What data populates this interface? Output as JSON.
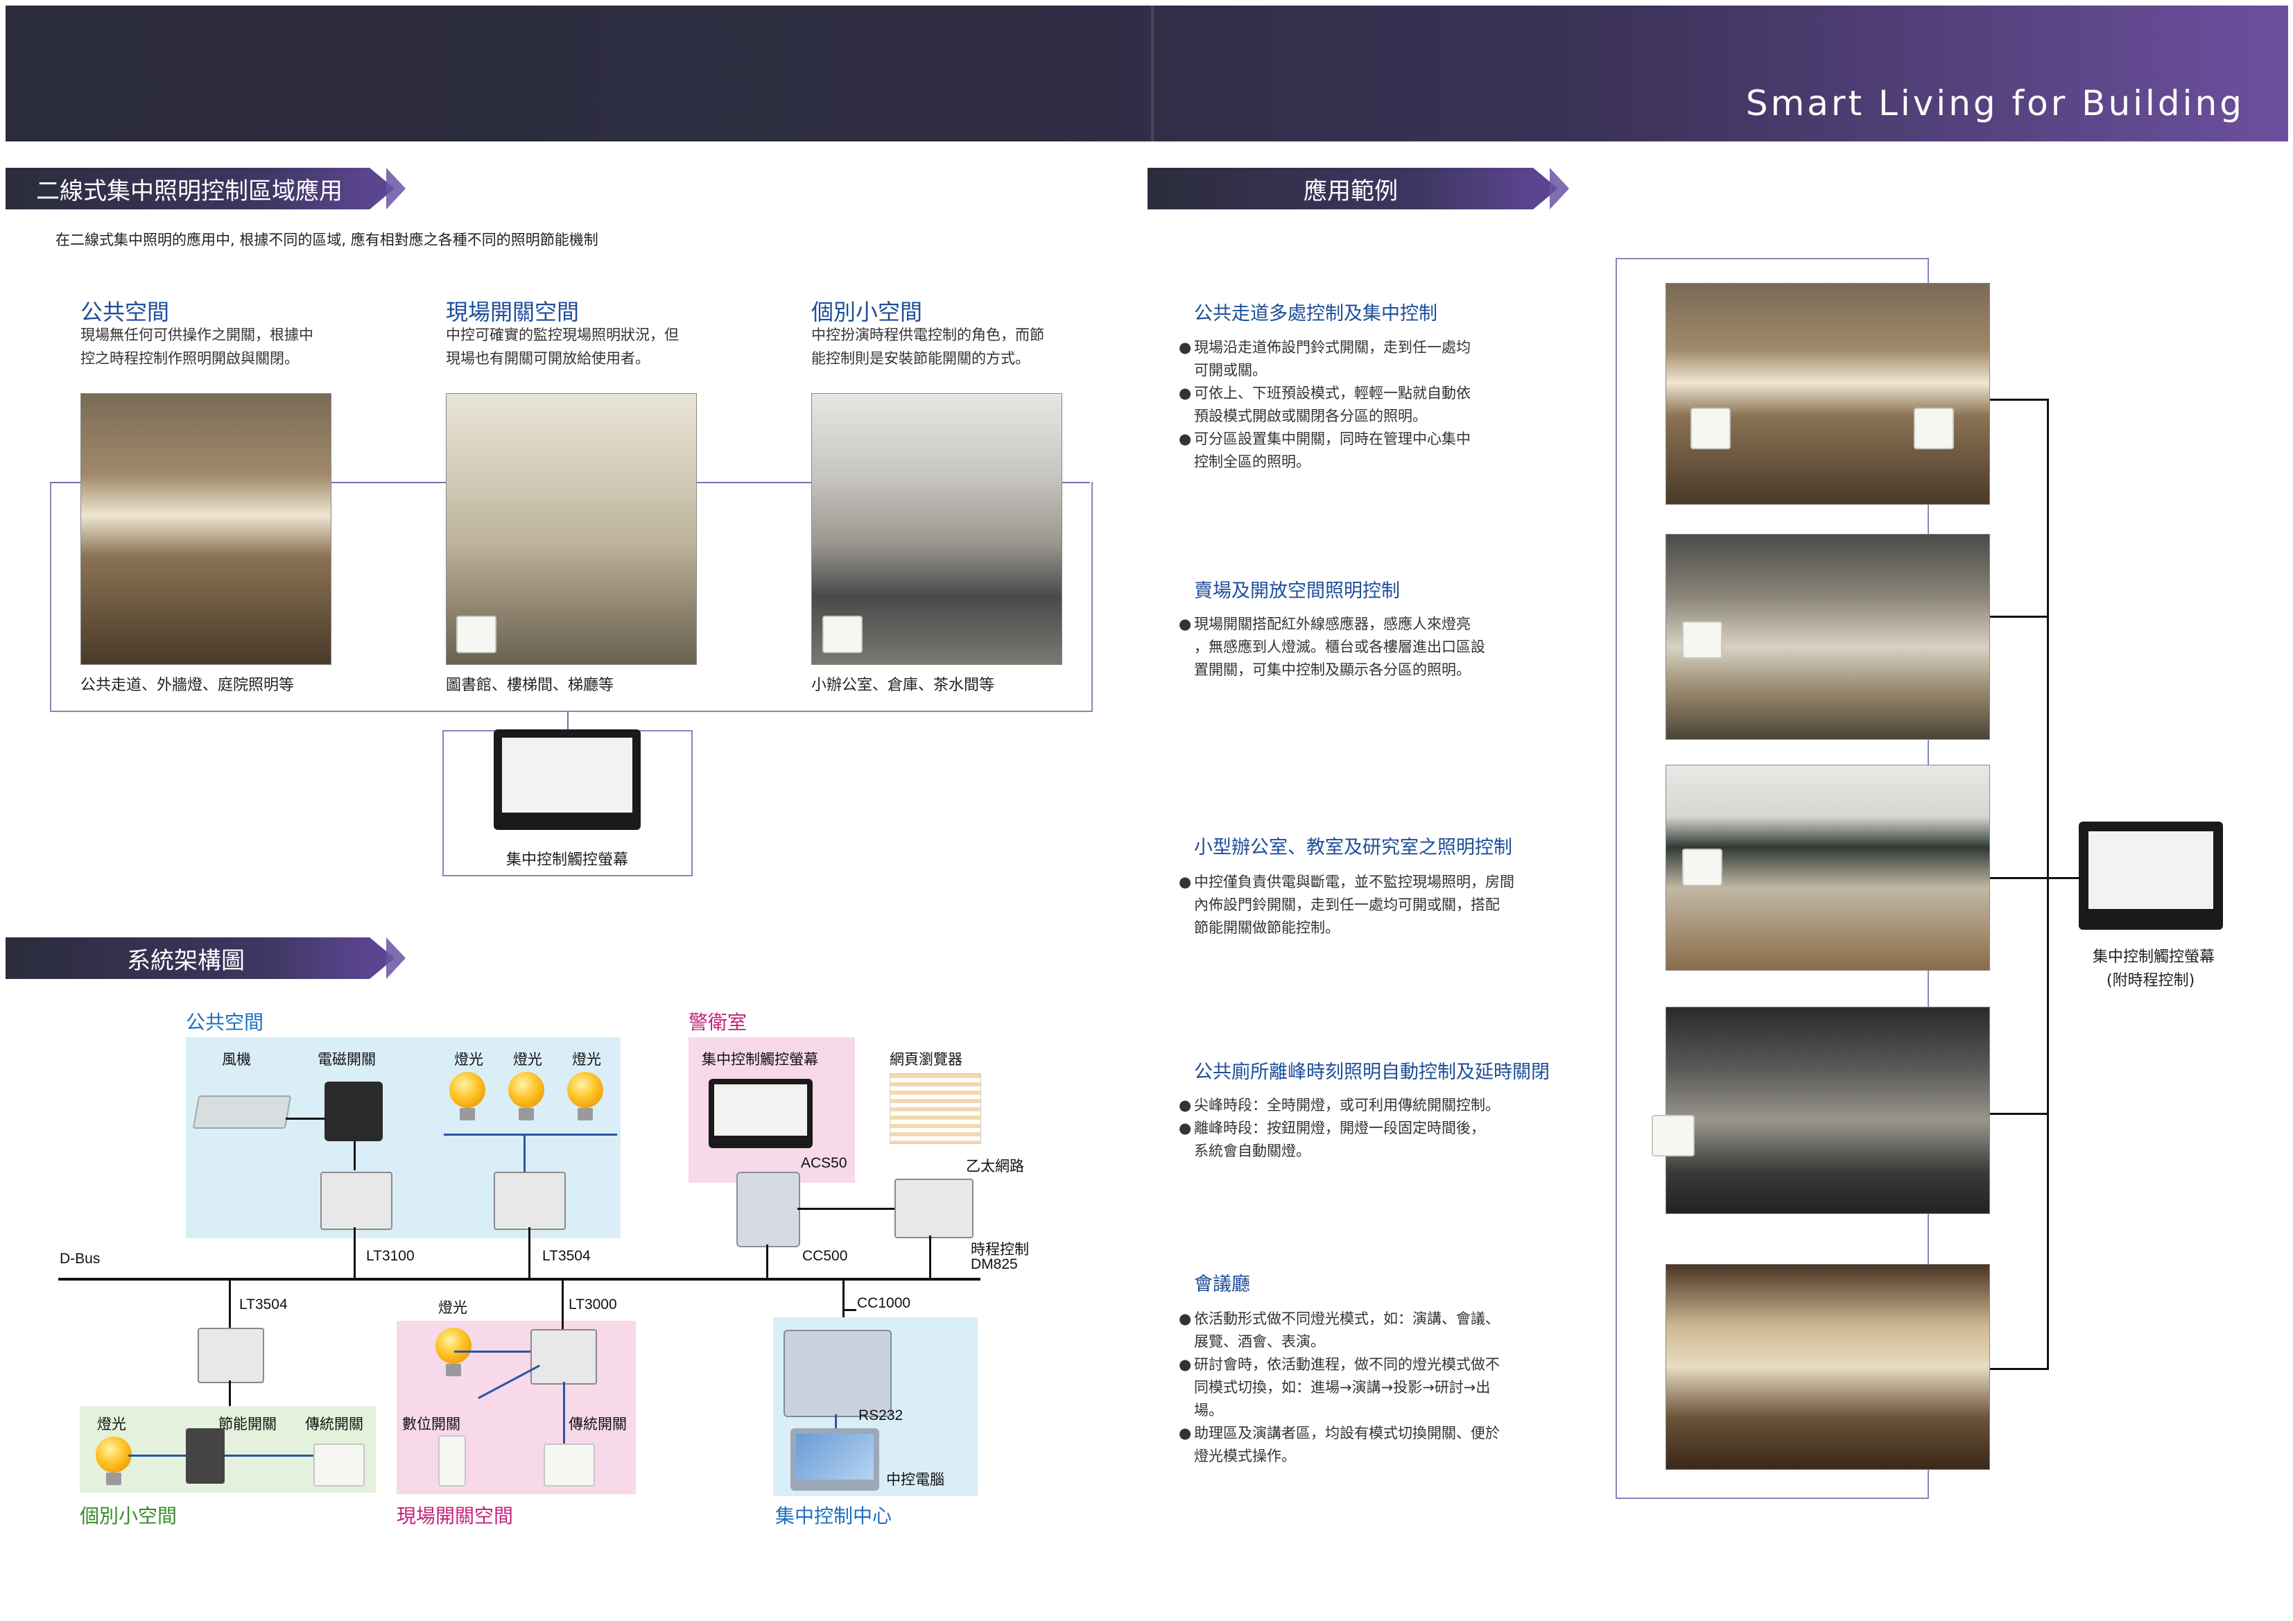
{
  "header": {
    "brand": "Smart Living for Building"
  },
  "left": {
    "section_title": "二線式集中照明控制區域應用",
    "intro": "在二線式集中照明的應用中, 根據不同的區域, 應有相對應之各種不同的照明節能機制",
    "areas": [
      {
        "title": "公共空間",
        "desc1": "現場無任何可供操作之開關，根據中",
        "desc2": "控之時程控制作照明開啟與關閉。",
        "caption": "公共走道、外牆燈、庭院照明等"
      },
      {
        "title": "現場開關空間",
        "desc1": "中控可確實的監控現場照明狀況，但",
        "desc2": "現場也有開關可開放給使用者。",
        "caption": "圖書館、樓梯間、梯廳等"
      },
      {
        "title": "個別小空間",
        "desc1": "中控扮演時程供電控制的角色，而節",
        "desc2": "能控制則是安裝節能開關的方式。",
        "caption": "小辦公室、倉庫、茶水間等"
      }
    ],
    "touch_caption": "集中控制觸控螢幕",
    "arch_title": "系統架構圖"
  },
  "diagram": {
    "zone_public": "公共空間",
    "fan": "風機",
    "contactor": "電磁開關",
    "light": "燈光",
    "lt3100": "LT3100",
    "lt3504": "LT3504",
    "lt3000": "LT3000",
    "guard_room": "警衛室",
    "touch_screen": "集中控制觸控螢幕",
    "browser": "網頁瀏覽器",
    "acs50": "ACS50",
    "ethernet": "乙太網路",
    "cc500": "CC500",
    "dm825_a": "時程控制",
    "dm825_b": "DM825",
    "dbus": "D-Bus",
    "cc1000": "CC1000",
    "energy_switch": "節能開關",
    "trad_switch": "傳統開關",
    "digital_switch": "數位開關",
    "rs232": "RS232",
    "pc": "中控電腦",
    "zone_small": "個別小空間",
    "zone_onsite": "現場開關空間",
    "zone_center": "集中控制中心"
  },
  "right": {
    "section_title": "應用範例",
    "examples": [
      {
        "title": "公共走道多處控制及集中控制",
        "bullets": [
          [
            "現場沿走道佈設門鈴式開關，走到任一處均",
            "可開或關。"
          ],
          [
            "可依上、下班預設模式，輕輕一點就自動依",
            "預設模式開啟或關閉各分區的照明。"
          ],
          [
            "可分區設置集中開關，同時在管理中心集中",
            "控制全區的照明。"
          ]
        ]
      },
      {
        "title": "賣場及開放空間照明控制",
        "bullets": [
          [
            "現場開關搭配紅外線感應器，感應人來燈亮",
            "，無感應到人燈滅。櫃台或各樓層進出口區設",
            "置開關，可集中控制及顯示各分區的照明。"
          ]
        ]
      },
      {
        "title": "小型辦公室、教室及研究室之照明控制",
        "bullets": [
          [
            "中控僅負責供電與斷電，並不監控現場照明，房間",
            "內佈設門鈴開關，走到任一處均可開或關，搭配",
            "節能開關做節能控制。"
          ]
        ]
      },
      {
        "title": "公共廁所離峰時刻照明自動控制及延時關閉",
        "bullets": [
          [
            "尖峰時段：全時開燈，或可利用傳統開關控制。"
          ],
          [
            "離峰時段：按鈕開燈，開燈一段固定時間後，",
            "系統會自動關燈。"
          ]
        ]
      },
      {
        "title": "會議廳",
        "bullets": [
          [
            "依活動形式做不同燈光模式，如：演講、會議、",
            "展覽、酒會、表演。"
          ],
          [
            "研討會時，依活動進程，做不同的燈光模式做不",
            "同模式切換，如：進場→演講→投影→研討→出",
            "場。"
          ],
          [
            "助理區及演講者區，均設有模式切換開關、便於",
            "燈光模式操作。"
          ]
        ]
      }
    ],
    "touch_caption1": "集中控制觸控螢幕",
    "touch_caption2": "(附時程控制)"
  }
}
